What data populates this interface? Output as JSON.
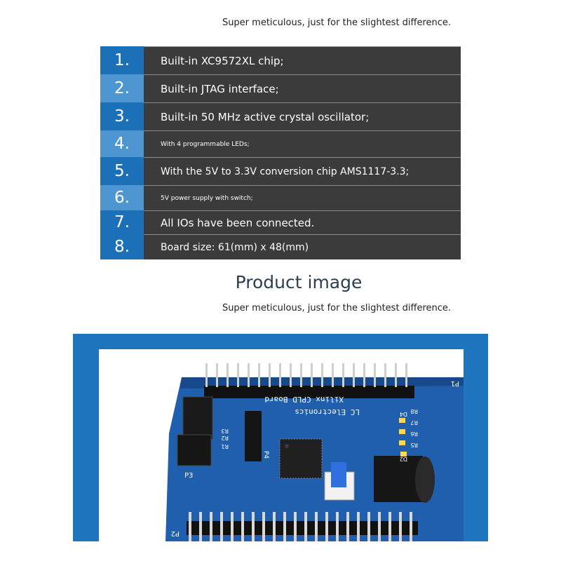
{
  "taglines": {
    "top": "Super meticulous, just for the slightest difference.",
    "bottom": "Super meticulous, just for the slightest difference."
  },
  "features": [
    {
      "num": "1.",
      "text": "Built-in XC9572XL chip;"
    },
    {
      "num": "2.",
      "text": "Built-in JTAG interface;"
    },
    {
      "num": "3.",
      "text": "Built-in 50 MHz active crystal oscillator;"
    },
    {
      "num": "4.",
      "text": "With 4 programmable LEDs;"
    },
    {
      "num": "5.",
      "text": "With the 5V to 3.3V conversion chip AMS1117-3.3;"
    },
    {
      "num": "6.",
      "text": "5V power supply with switch;"
    },
    {
      "num": "7.",
      "text": "All IOs have been connected."
    },
    {
      "num": "8.",
      "text": "Board size: 61(mm) x 48(mm)"
    }
  ],
  "heading": "Product image",
  "board": {
    "silkscreen_title": "Xilinx CPLD Board",
    "silkscreen_brand": "LC Electronics",
    "labels": [
      "P3",
      "P2",
      "P1",
      "P4",
      "R1",
      "R2",
      "R3",
      "R5",
      "R6",
      "R7",
      "R8",
      "D2",
      "D4"
    ],
    "colors": {
      "pcb": "#1f5fae",
      "frame": "#1e74bd",
      "header": "#111111",
      "button": "#2f6fe0"
    }
  }
}
